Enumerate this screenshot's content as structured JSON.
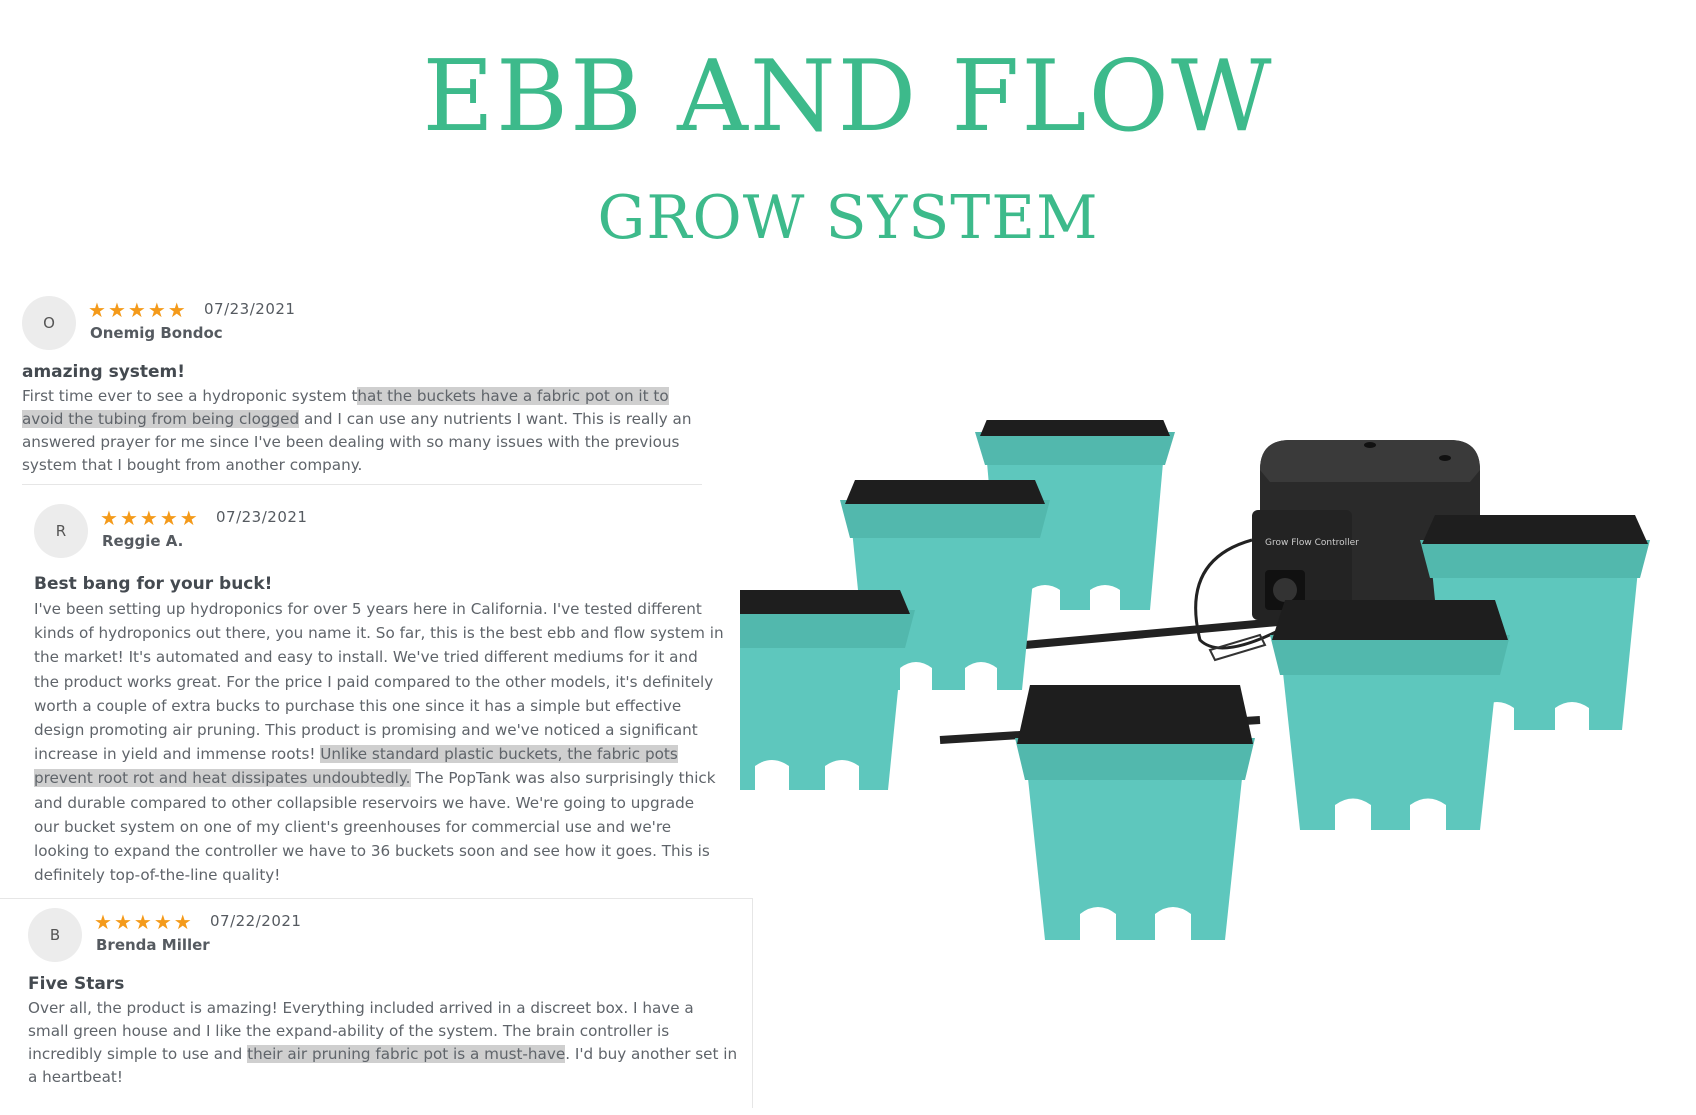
{
  "header": {
    "title": "EBB AND FLOW",
    "subtitle": "GROW SYSTEM"
  },
  "colors": {
    "accent": "#3dba8b",
    "star": "#f49a1a",
    "highlight": "#cfcfcf",
    "bucket": "#5ec7bd",
    "soil": "#1e1e1e"
  },
  "reviews": [
    {
      "avatar": "O",
      "stars": 5,
      "date": "07/23/2021",
      "author": "Onemig Bondoc",
      "title": "amazing system!",
      "body_pre": "First time ever to see a hydroponic system t",
      "body_hl": "hat the buckets have a fabric pot on it to avoid the tubing from being clogged",
      "body_post": " and I can use any nutrients I want. This is really an answered prayer for me since I've been dealing with so many issues with the previous system that I bought from another company."
    },
    {
      "avatar": "R",
      "stars": 5,
      "date": "07/23/2021",
      "author": "Reggie A.",
      "title": "Best bang for your buck!",
      "body_pre": "I've been setting up hydroponics for over 5 years here in California. I've tested different kinds of hydroponics out there, you name it. So far, this is the best ebb and flow system in the market! It's automated and easy to install. We've tried different mediums for it and the product works great. For the price I paid compared to the other models, it's definitely worth a couple of extra bucks to purchase this one since it has a simple but effective design promoting air pruning. This product is promising and we've noticed a significant increase in yield and immense roots! ",
      "body_hl": "Unlike standard plastic buckets, the fabric pots prevent root rot and heat dissipates undoubtedly.",
      "body_post": " The PopTank was also surprisingly thick and durable compared to other collapsible reservoirs we have. We're going to upgrade our bucket system on one of my client's greenhouses for commercial use and we're looking to expand the controller we have to 36 buckets soon and see how it goes. This is definitely top-of-the-line quality!"
    },
    {
      "avatar": "B",
      "stars": 5,
      "date": "07/22/2021",
      "author": "Brenda Miller",
      "title": "Five Stars",
      "body_pre": "Over all, the product is amazing! Everything included arrived in a discreet box. I have a small green house and I like the expand-ability of the system. The brain controller is incredibly simple to use and ",
      "body_hl": "their air pruning fabric pot is a must-have",
      "body_post": ". I'd buy another set in a heartbeat!"
    }
  ],
  "product": {
    "controller_label": "Grow Flow Controller"
  }
}
